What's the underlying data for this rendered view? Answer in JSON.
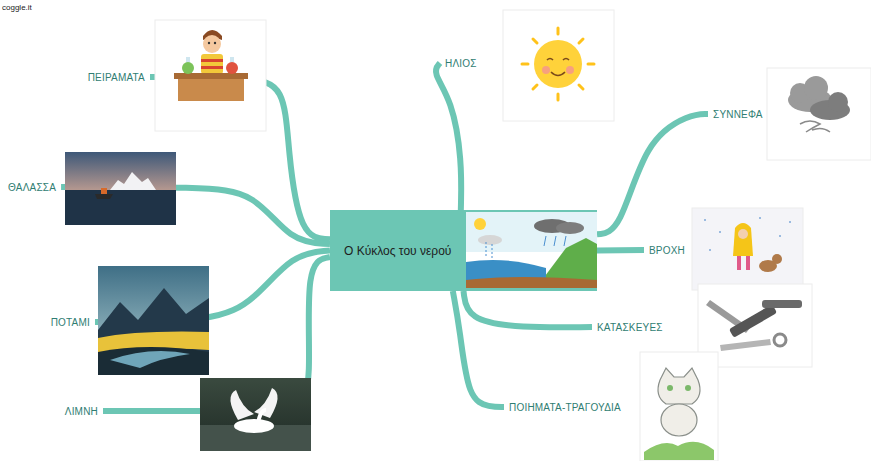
{
  "diagram": {
    "nodes": [
      {
        "text": [
          "Ο Κύκλος του νερού"
        ]
      },
      {
        "text": [
          "ΠΕΙΡΑΜΑΤΑ"
        ]
      },
      {
        "text": [
          "ΘΑΛΑΣΣΑ"
        ]
      },
      {
        "text": [
          "ΠΟΤΑΜΙ"
        ]
      },
      {
        "text": [
          "ΛΙΜΝΗ"
        ]
      },
      {
        "text": [
          "ΗΛΙΟΣ"
        ]
      },
      {
        "text": [
          "ΣΥΝΝΕΦΑ"
        ]
      },
      {
        "text": [
          "ΒΡΟΧΗ"
        ]
      },
      {
        "text": [
          "ΚΑΤΑΣΚΕΥΕΣ"
        ]
      },
      {
        "text": [
          "ΠΟΙΗΜΑΤΑ-ΤΡΑΓΟΥΔΙΑ"
        ]
      }
    ],
    "edges": [
      {
        "from": 0,
        "to": 1,
        "arrow": "none"
      },
      {
        "from": 0,
        "to": 2,
        "arrow": "none"
      },
      {
        "from": 0,
        "to": 3,
        "arrow": "none"
      },
      {
        "from": 0,
        "to": 4,
        "arrow": "none"
      },
      {
        "from": 0,
        "to": 5,
        "arrow": "none"
      },
      {
        "from": 0,
        "to": 6,
        "arrow": "none"
      },
      {
        "from": 0,
        "to": 7,
        "arrow": "none"
      },
      {
        "from": 0,
        "to": 8,
        "arrow": "none"
      },
      {
        "from": 0,
        "to": 9,
        "arrow": "none"
      }
    ],
    "labels": [
      "coggle.it"
    ]
  }
}
